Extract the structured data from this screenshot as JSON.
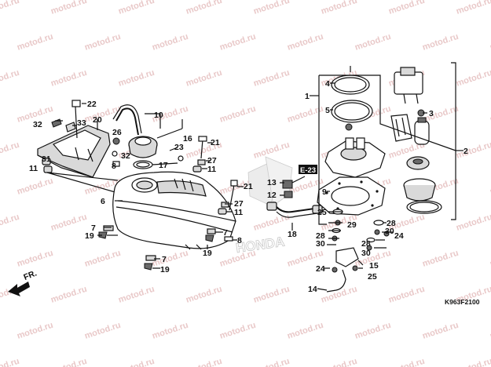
{
  "watermark": "motod.ru",
  "brand": "HONDA",
  "direction_arrow": {
    "label": "FR.",
    "icon": "forward-direction-arrow-icon"
  },
  "reference": {
    "label": "E-23"
  },
  "figure_code": "K963F2100",
  "callouts": {
    "c1": "1",
    "c2": "2",
    "c3": "3",
    "c4": "4",
    "c5": "5",
    "c6": "6",
    "c7": "7",
    "c8": "8",
    "c9": "9",
    "c10": "10",
    "c11": "11",
    "c12": "12",
    "c13": "13",
    "c14": "14",
    "c15": "15",
    "c16": "16",
    "c17": "17",
    "c18": "18",
    "c19": "19",
    "c20": "20",
    "c21": "21",
    "c22": "22",
    "c23": "23",
    "c24": "24",
    "c25": "25",
    "c26": "26",
    "c27": "27",
    "c28": "28",
    "c29": "29",
    "c30": "30",
    "c31": "31",
    "c32": "32",
    "c33": "33"
  },
  "colors": {
    "line": "#111111",
    "watermark": "#e9c9c9",
    "shade": "#d9d9d9"
  }
}
